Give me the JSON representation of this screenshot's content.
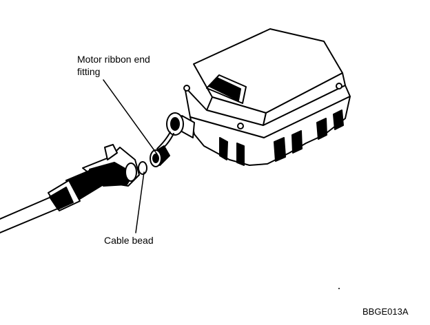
{
  "labels": {
    "motor_line1": "Motor ribbon end",
    "motor_line2": "fitting",
    "cable_bead": "Cable bead",
    "figure_code": "BBGE013A"
  },
  "colors": {
    "ink": "#000000",
    "paper": "#ffffff"
  }
}
